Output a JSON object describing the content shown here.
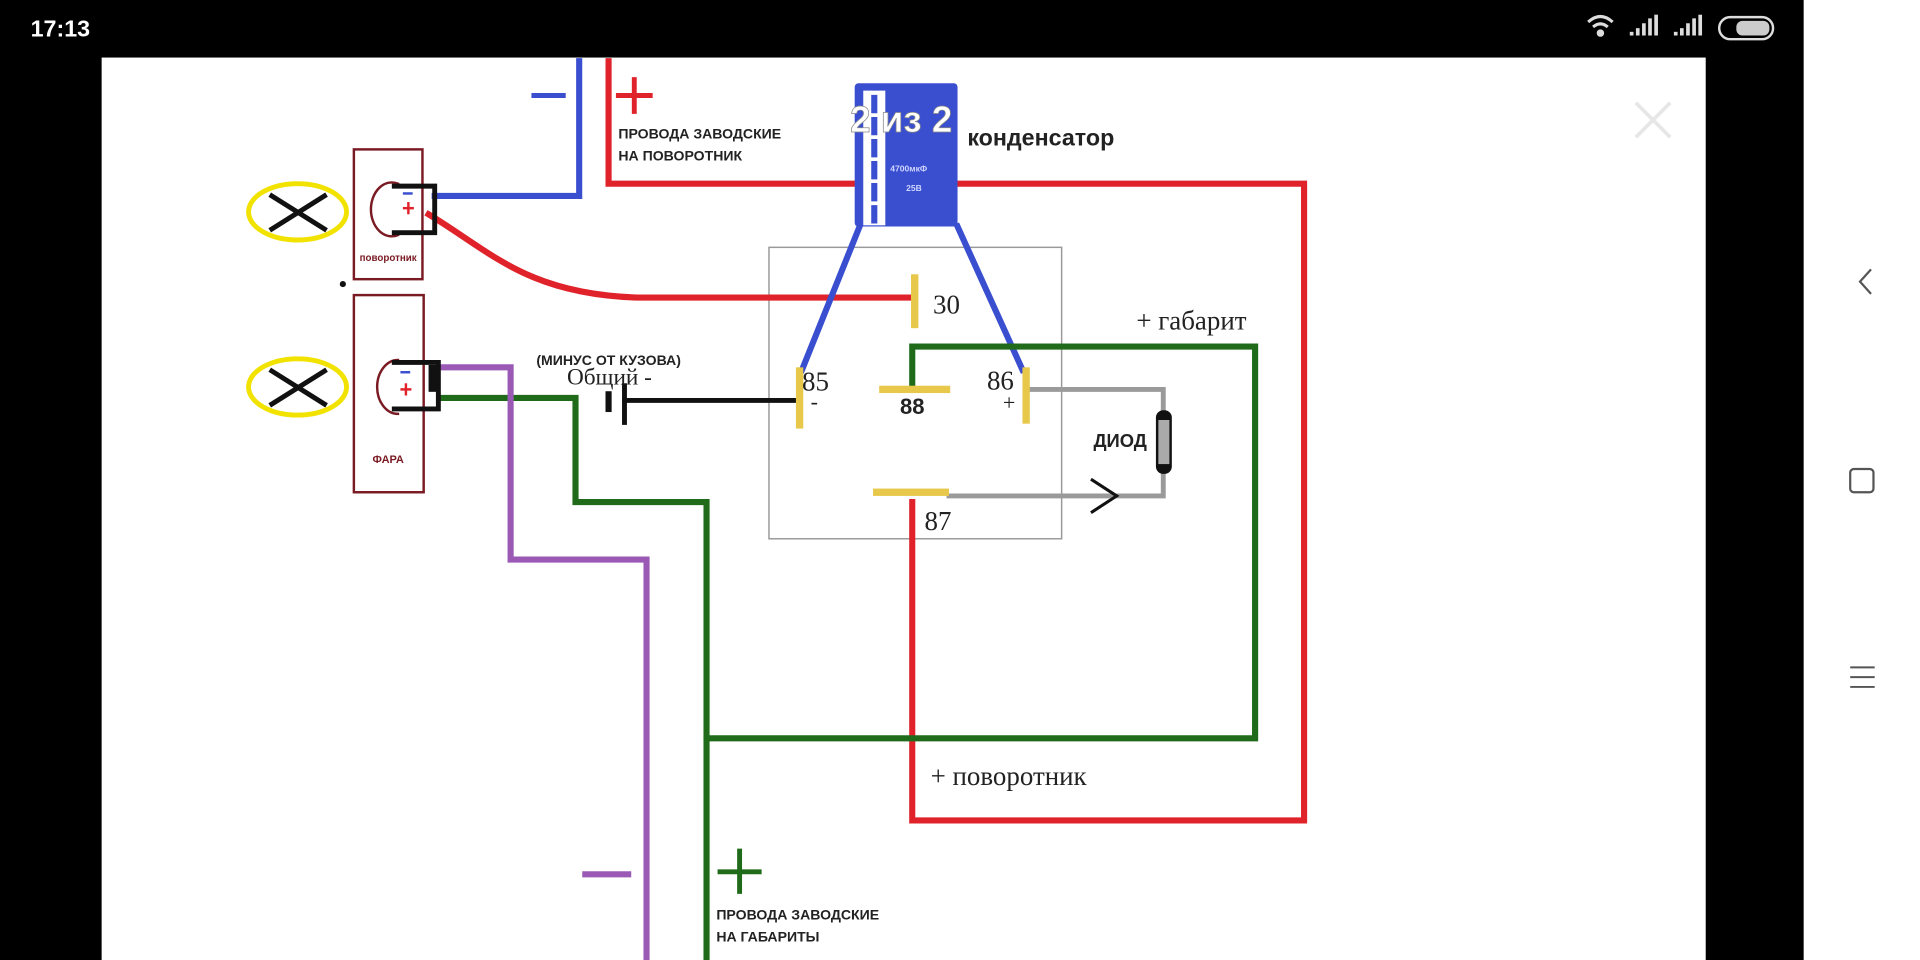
{
  "status_bar": {
    "time": "17:13",
    "icons": [
      "wifi-icon",
      "signal-icon",
      "signal-icon",
      "battery-icon"
    ]
  },
  "viewer": {
    "counter": "2 из 2",
    "close_icon": "close-icon"
  },
  "nav_bar": {
    "icons": [
      "back-icon",
      "home-square-icon",
      "menu-icon"
    ]
  },
  "diagram": {
    "top_minus": "−",
    "top_plus": "+",
    "top_wires_line1": "ПРОВОДА ЗАВОДСКИЕ",
    "top_wires_line2": "НА ПОВОРОТНИК",
    "capacitor_value": "4700мкФ",
    "capacitor_voltage": "25В",
    "capacitor_label": "конденсатор",
    "lamp1_label": "поворотник",
    "lamp2_label": "ФАРА",
    "ground_note": "(МИНУС ОТ КУЗОВА)",
    "ground_label": "Общий -",
    "pin30": "30",
    "pin85": "85",
    "pin85_sign": "-",
    "pin86": "86",
    "pin86_sign": "+",
    "pin88": "88",
    "pin87": "87",
    "gabarit_label": "+ габарит",
    "diode_label": "ДИОД",
    "turn_label": "+ поворотник",
    "bottom_minus": "−",
    "bottom_plus": "+",
    "bottom_wires_line1": "ПРОВОДА ЗАВОДСКИЕ",
    "bottom_wires_line2": "НА ГАБАРИТЫ",
    "colors": {
      "red": "#e0232b",
      "blue": "#3a4fd0",
      "green": "#1f6b1a",
      "purple": "#9b59b6",
      "yellow": "#f2e200",
      "maroon": "#7a1a22",
      "gray": "#9a9a9a"
    }
  }
}
